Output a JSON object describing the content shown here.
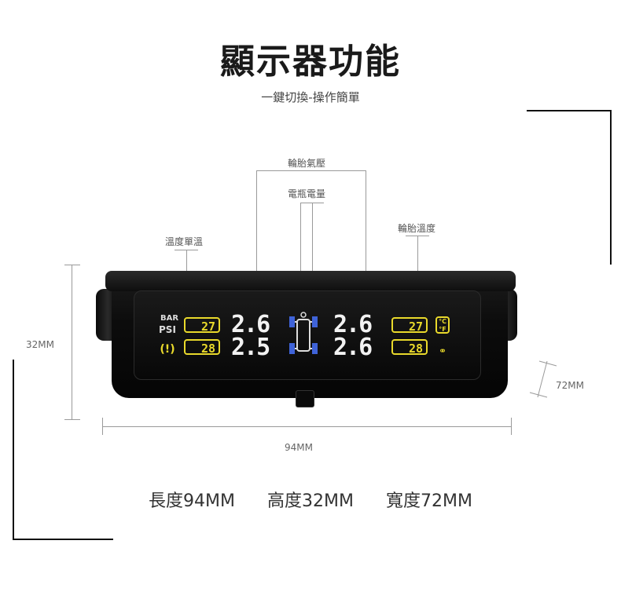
{
  "header": {
    "title": "顯示器功能",
    "subtitle": "一鍵切換-操作簡單"
  },
  "callouts": {
    "tire_pressure": "輪胎氣壓",
    "battery_level": "電瓶電量",
    "tire_temperature": "輪胎溫度",
    "temperature_unit": "溫度單溫"
  },
  "display": {
    "units": [
      "BAR",
      "PSI"
    ],
    "temps": {
      "front_left": "27",
      "rear_left": "28",
      "front_right": "27",
      "rear_right": "28"
    },
    "pressures": {
      "front_left": "2.6",
      "rear_left": "2.5",
      "front_right": "2.6",
      "rear_right": "2.6"
    },
    "temp_unit_icon": "°C °F",
    "lcd_color": "#e9d92b",
    "tire_icon": "tire-warning-icon"
  },
  "dimensions": {
    "height": "32MM",
    "width": "94MM",
    "depth": "72MM"
  },
  "specs": {
    "length": "長度94MM",
    "height": "高度32MM",
    "width": "寬度72MM"
  }
}
